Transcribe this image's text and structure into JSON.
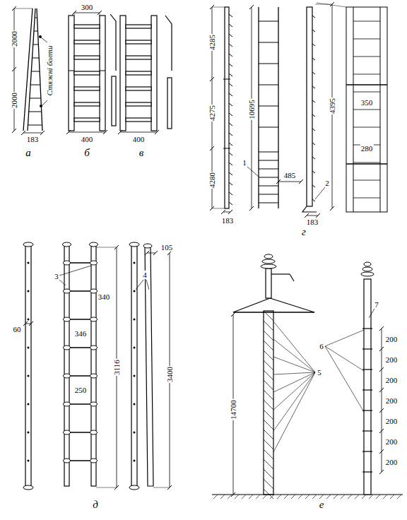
{
  "diagram": {
    "labels": [
      "2000",
      "2000",
      "Стяжні болти",
      "183",
      "а",
      "300",
      "400",
      "б",
      "400",
      "в",
      "4285",
      "4275",
      "4280",
      "10695",
      "183",
      "485",
      "4395",
      "183",
      "350",
      "280",
      "1",
      "2",
      "г",
      "3",
      "60",
      "340",
      "346",
      "250",
      "3116",
      "4",
      "105",
      "3400",
      "д",
      "14700",
      "5",
      "7",
      "6",
      "200",
      "200",
      "200",
      "200",
      "200",
      "200",
      "200",
      "е"
    ]
  }
}
